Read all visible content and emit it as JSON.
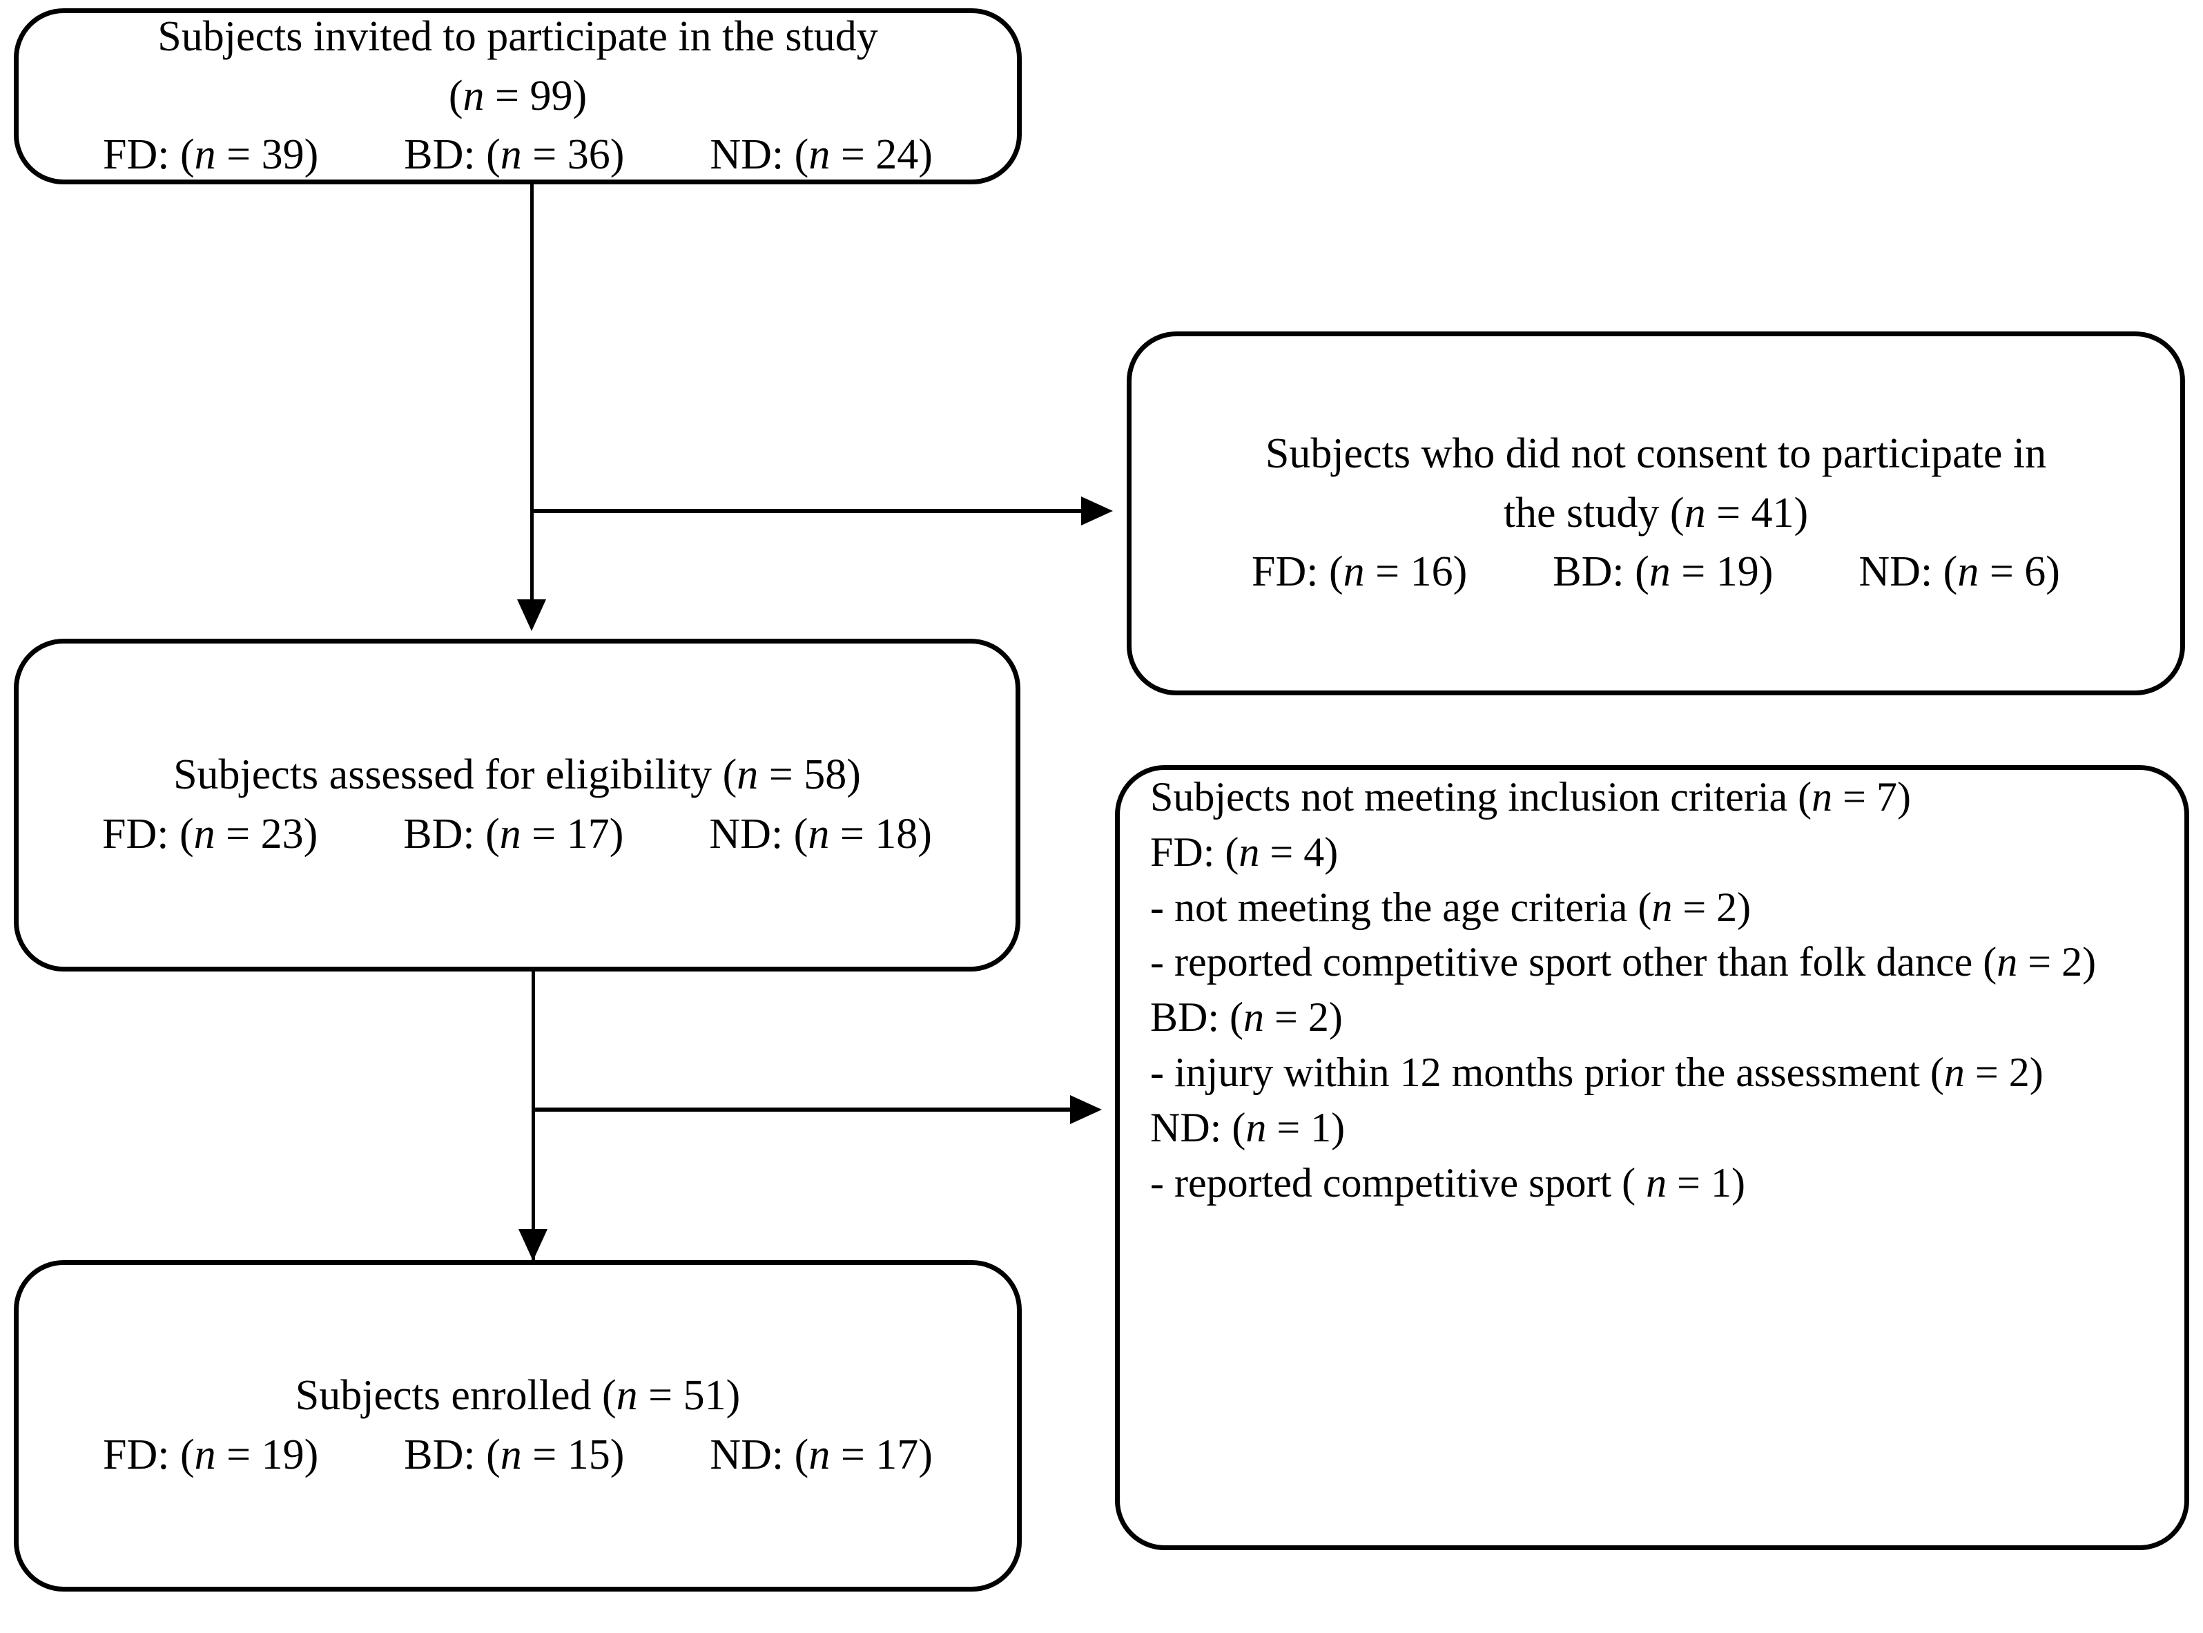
{
  "diagram": {
    "type": "participant-flow-diagram",
    "group_legend": {
      "FD": "FD",
      "BD": "BD",
      "ND": "ND"
    },
    "nodes": {
      "invited": {
        "line1": "Subjects invited to participate in the study",
        "line2": "(n = 99)",
        "line3": "FD: (n = 39)        BD: (n = 36)        ND: (n = 24)",
        "total_n": 99,
        "fd_n": 39,
        "bd_n": 36,
        "nd_n": 24
      },
      "no_consent": {
        "line1": "Subjects who did not consent to participate in",
        "line2": "the study (n = 41)",
        "line3": "FD: (n = 16)        BD: (n = 19)        ND: (n = 6)",
        "total_n": 41,
        "fd_n": 16,
        "bd_n": 19,
        "nd_n": 6
      },
      "eligibility": {
        "line1": "Subjects assessed for eligibility (n = 58)",
        "line2": "FD: (n = 23)        BD: (n = 17)        ND: (n = 18)",
        "total_n": 58,
        "fd_n": 23,
        "bd_n": 17,
        "nd_n": 18
      },
      "excluded": {
        "line1": "Subjects not meeting inclusion criteria (n = 7)",
        "line2": "FD: (n = 4)",
        "line3": "- not meeting the age criteria (n = 2)",
        "line4": "- reported competitive sport other than folk dance (n = 2)",
        "line5": "BD: (n = 2)",
        "line6": "- injury within 12 months prior the assessment (n = 2)",
        "line7": "ND: (n = 1)",
        "line8": "- reported competitive sport ( n = 1)",
        "total_n": 7,
        "fd_n": 4,
        "bd_n": 2,
        "nd_n": 1
      },
      "enrolled": {
        "line1": "Subjects enrolled (n = 51)",
        "line2": "FD: (n = 19)        BD: (n = 15)        ND: (n = 17)",
        "total_n": 51,
        "fd_n": 19,
        "bd_n": 15,
        "nd_n": 17
      }
    },
    "connectors": {
      "invited_to_eligibility": "vertical-arrow-down",
      "invited_to_no_consent": "horizontal-arrow-right",
      "eligibility_to_enrolled": "vertical-arrow-down",
      "eligibility_to_excluded": "horizontal-arrow-right"
    },
    "colors": {
      "stroke": "#000000",
      "fill": "#ffffff",
      "text": "#000000"
    }
  }
}
